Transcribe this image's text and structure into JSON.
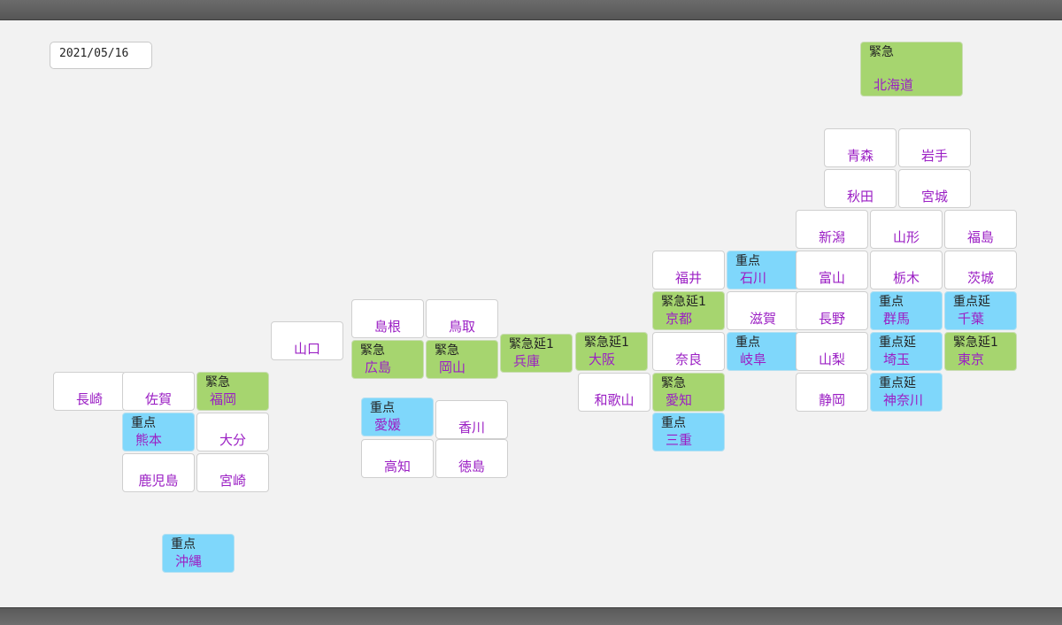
{
  "date": "2021/05/16",
  "prefectures": [
    {
      "name": "北海道",
      "status": "緊急",
      "type": "kinkyu"
    },
    {
      "name": "青森",
      "status": "",
      "type": "none"
    },
    {
      "name": "岩手",
      "status": "",
      "type": "none"
    },
    {
      "name": "秋田",
      "status": "",
      "type": "none"
    },
    {
      "name": "宮城",
      "status": "",
      "type": "none"
    },
    {
      "name": "新潟",
      "status": "",
      "type": "none"
    },
    {
      "name": "山形",
      "status": "",
      "type": "none"
    },
    {
      "name": "福島",
      "status": "",
      "type": "none"
    },
    {
      "name": "福井",
      "status": "",
      "type": "none"
    },
    {
      "name": "石川",
      "status": "重点",
      "type": "juten"
    },
    {
      "name": "富山",
      "status": "",
      "type": "none"
    },
    {
      "name": "栃木",
      "status": "",
      "type": "none"
    },
    {
      "name": "茨城",
      "status": "",
      "type": "none"
    },
    {
      "name": "京都",
      "status": "緊急延1",
      "type": "kinkyu_en"
    },
    {
      "name": "滋賀",
      "status": "",
      "type": "none"
    },
    {
      "name": "長野",
      "status": "",
      "type": "none"
    },
    {
      "name": "群馬",
      "status": "重点",
      "type": "juten"
    },
    {
      "name": "千葉",
      "status": "重点延",
      "type": "juten_en"
    },
    {
      "name": "島根",
      "status": "",
      "type": "none"
    },
    {
      "name": "鳥取",
      "status": "",
      "type": "none"
    },
    {
      "name": "山口",
      "status": "",
      "type": "none"
    },
    {
      "name": "広島",
      "status": "緊急",
      "type": "kinkyu"
    },
    {
      "name": "岡山",
      "status": "緊急",
      "type": "kinkyu"
    },
    {
      "name": "兵庫",
      "status": "緊急延1",
      "type": "kinkyu_en"
    },
    {
      "name": "大阪",
      "status": "緊急延1",
      "type": "kinkyu_en"
    },
    {
      "name": "奈良",
      "status": "",
      "type": "none"
    },
    {
      "name": "岐阜",
      "status": "重点",
      "type": "juten"
    },
    {
      "name": "山梨",
      "status": "",
      "type": "none"
    },
    {
      "name": "埼玉",
      "status": "重点延",
      "type": "juten_en"
    },
    {
      "name": "東京",
      "status": "緊急延1",
      "type": "kinkyu_en"
    },
    {
      "name": "長崎",
      "status": "",
      "type": "none"
    },
    {
      "name": "佐賀",
      "status": "",
      "type": "none"
    },
    {
      "name": "福岡",
      "status": "緊急",
      "type": "kinkyu"
    },
    {
      "name": "和歌山",
      "status": "",
      "type": "none"
    },
    {
      "name": "愛知",
      "status": "緊急",
      "type": "kinkyu"
    },
    {
      "name": "静岡",
      "status": "",
      "type": "none"
    },
    {
      "name": "神奈川",
      "status": "重点延",
      "type": "juten_en"
    },
    {
      "name": "愛媛",
      "status": "重点",
      "type": "juten"
    },
    {
      "name": "香川",
      "status": "",
      "type": "none"
    },
    {
      "name": "熊本",
      "status": "重点",
      "type": "juten"
    },
    {
      "name": "大分",
      "status": "",
      "type": "none"
    },
    {
      "name": "三重",
      "status": "重点",
      "type": "juten"
    },
    {
      "name": "高知",
      "status": "",
      "type": "none"
    },
    {
      "name": "徳島",
      "status": "",
      "type": "none"
    },
    {
      "name": "鹿児島",
      "status": "",
      "type": "none"
    },
    {
      "name": "宮崎",
      "status": "",
      "type": "none"
    },
    {
      "name": "沖縄",
      "status": "重点",
      "type": "juten"
    }
  ]
}
